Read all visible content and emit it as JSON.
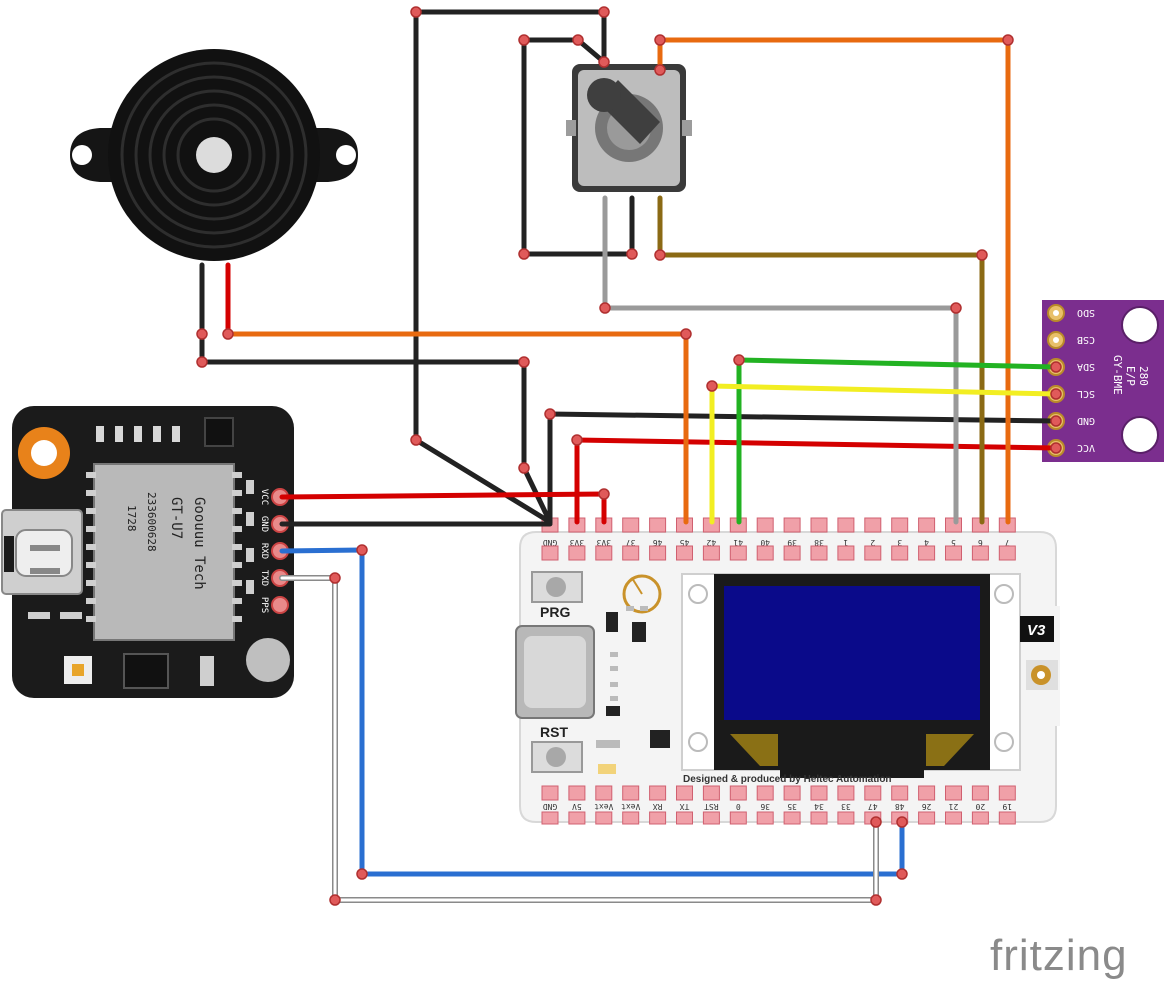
{
  "colors": {
    "wire_black": "#222222",
    "wire_red": "#d40000",
    "wire_orange": "#e86a10",
    "wire_gray": "#9a9a9a",
    "wire_brown": "#8b6a14",
    "wire_green": "#22b222",
    "wire_yellow": "#f2ee22",
    "wire_blue": "#2a6fd1",
    "wire_white": "#ffffff",
    "board_purple": "#7b2e8e",
    "oled_blue": "#0a0a8a",
    "heltec_board": "#f4f4f4",
    "gps_board": "#1b1b1b"
  },
  "gps_module": {
    "brand_line1": "Goouuu Tech",
    "brand_line2": "GT-U7",
    "code_line1": "233600628",
    "code_line2": "1728",
    "pins": [
      "VCC",
      "GND",
      "RXD",
      "TXD",
      "PPS"
    ]
  },
  "bme_module": {
    "name_line1": "GY-BME",
    "name_line2": "E/P",
    "name_line3": "280",
    "pins": [
      "SDO",
      "CSB",
      "SDA",
      "SCL",
      "GND",
      "VCC"
    ]
  },
  "heltec_board": {
    "top_pins": [
      "GND",
      "3V3",
      "3V3",
      "37",
      "46",
      "45",
      "42",
      "41",
      "40",
      "39",
      "38",
      "1",
      "2",
      "3",
      "4",
      "5",
      "6",
      "7"
    ],
    "bottom_pins": [
      "GND",
      "5V",
      "Vext",
      "Vext",
      "RX",
      "TX",
      "RST",
      "0",
      "36",
      "35",
      "34",
      "33",
      "47",
      "48",
      "26",
      "21",
      "20",
      "19"
    ],
    "prg_label": "PRG",
    "rst_label": "RST",
    "version_label": "V3",
    "credit_text": "Designed & produced by Heltec Automation"
  },
  "logo_text": "fritzing"
}
